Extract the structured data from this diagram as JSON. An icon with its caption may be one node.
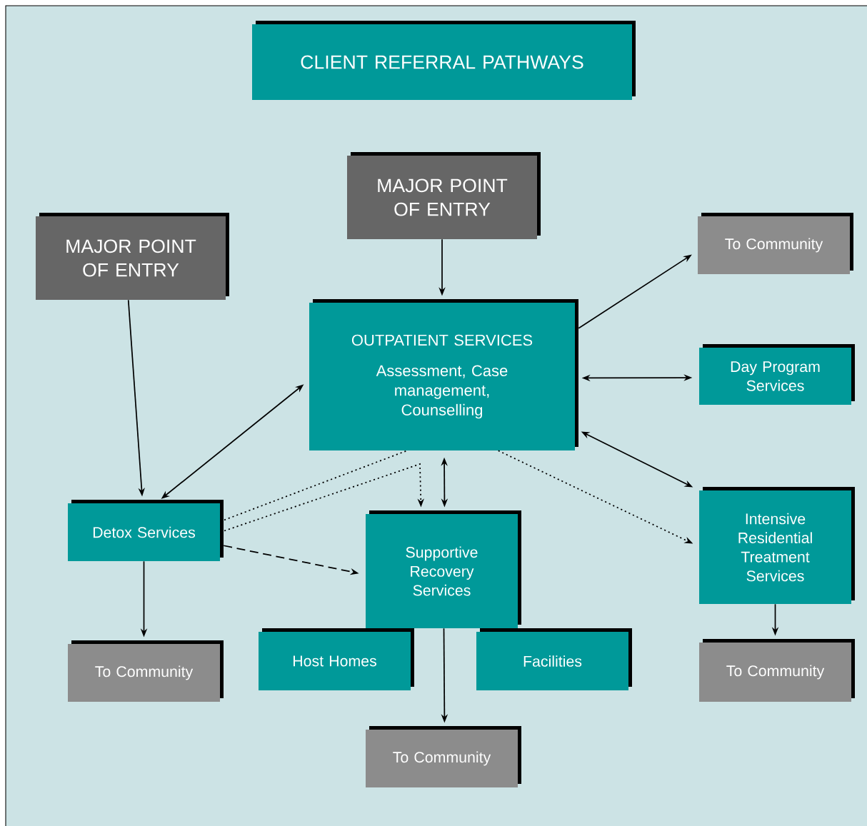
{
  "diagram": {
    "title": "CLIENT REFERRAL PATHWAYS",
    "nodes": [
      {
        "text": [
          "MAJOR POINT OF ENTRY"
        ]
      },
      {
        "text": [
          "MAJOR POINT OF ENTRY"
        ]
      },
      {
        "text": [
          "To Community"
        ]
      },
      {
        "text": [
          "OUTPATIENT SERVICES",
          "Assessment, Case management, Counselling"
        ]
      },
      {
        "text": [
          "Day Program Services"
        ]
      },
      {
        "text": [
          "Detox Services"
        ]
      },
      {
        "text": [
          "Supportive Recovery Services"
        ]
      },
      {
        "text": [
          "Intensive Residential Treatment Services"
        ]
      },
      {
        "text": [
          "To Community"
        ]
      },
      {
        "text": [
          "Host Homes"
        ]
      },
      {
        "text": [
          "Facilities"
        ]
      },
      {
        "text": [
          "To Community"
        ]
      },
      {
        "text": [
          "To Community"
        ]
      }
    ],
    "edges": [
      {
        "from": 0,
        "to": 3,
        "arrow": "to"
      },
      {
        "from": 1,
        "to": 5,
        "arrow": "to"
      },
      {
        "from": 3,
        "to": 2,
        "arrow": "to"
      },
      {
        "from": 3,
        "to": 4,
        "arrow": "both"
      },
      {
        "from": 3,
        "to": 5,
        "arrow": "both"
      },
      {
        "from": 3,
        "to": 7,
        "arrow": "both"
      },
      {
        "from": 3,
        "to": 6,
        "arrow": "both"
      },
      {
        "from": 5,
        "to": 3,
        "arrow": "none",
        "style": "dashed"
      },
      {
        "from": 5,
        "to": 6,
        "arrow": "to",
        "style": "dashed"
      },
      {
        "from": 3,
        "to": 7,
        "arrow": "to",
        "style": "dashed"
      },
      {
        "from": 5,
        "to": 6,
        "arrow": "to",
        "style": "dashed"
      },
      {
        "from": 5,
        "to": 8,
        "arrow": "to"
      },
      {
        "from": 6,
        "to": 12,
        "arrow": "to"
      },
      {
        "from": 7,
        "to": 11,
        "arrow": "to"
      }
    ]
  }
}
